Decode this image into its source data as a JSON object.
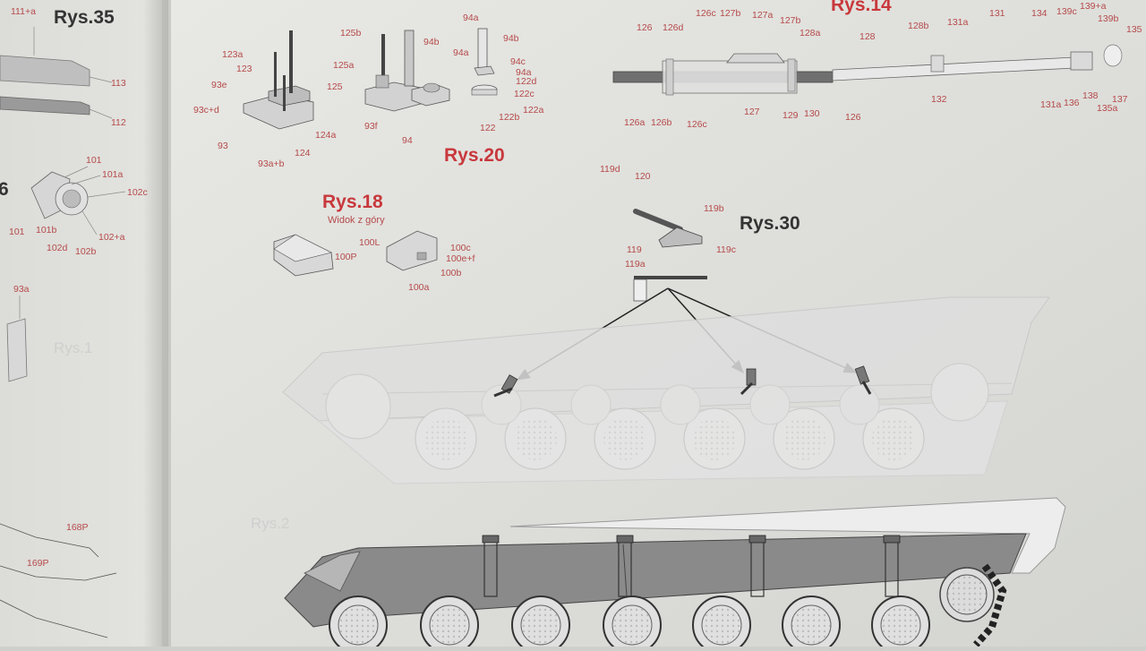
{
  "figures": {
    "rys35": "Rys.35",
    "rys14": "Rys.14",
    "rys20": "Rys.20",
    "rys18": "Rys.18",
    "rys18_sub": "Widok z góry",
    "rys30": "Rys.30",
    "left_number": "6"
  },
  "left_page_labels": [
    "111+a",
    "113",
    "112",
    "101",
    "101a",
    "102c",
    "101",
    "101b",
    "102d",
    "102b",
    "102+a",
    "93a",
    "168P",
    "169P"
  ],
  "rys20_labels": [
    "125b",
    "94a",
    "94b",
    "123a",
    "123",
    "94b",
    "94a",
    "94c",
    "125a",
    "94a",
    "122d",
    "93e",
    "125",
    "122c",
    "93c+d",
    "122a",
    "122b",
    "122",
    "93f",
    "124a",
    "93",
    "124",
    "93a+b",
    "94"
  ],
  "rys14_labels": [
    "126c",
    "127b",
    "127a",
    "127b",
    "126",
    "126d",
    "128a",
    "128",
    "128b",
    "131a",
    "131",
    "134",
    "139c",
    "139+a",
    "139b",
    "135",
    "126a",
    "126b",
    "126c",
    "127",
    "129",
    "130",
    "126",
    "132",
    "131a",
    "136",
    "138",
    "137",
    "135a"
  ],
  "rys18_labels": [
    "100L",
    "100c",
    "100e+f",
    "100P",
    "100b",
    "100a"
  ],
  "rys30_labels": [
    "119d",
    "120",
    "119b",
    "119",
    "119c",
    "119a"
  ],
  "faint_text": [
    "Rys.1",
    "Rys.2"
  ]
}
